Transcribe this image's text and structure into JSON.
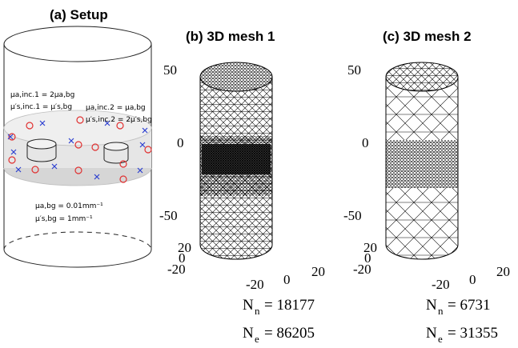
{
  "panels": {
    "setup": {
      "title": "(a) Setup",
      "labels": {
        "inc1_mua": "μa,inc.1 = 2μa,bg",
        "inc1_mus": "μ′s,inc.1 = μ′s,bg",
        "inc2_mua": "μa,inc.2 = μa,bg",
        "inc2_mus": "μ′s,inc.2 = 2μ′s,bg",
        "bg_mua": "μa,bg = 0.01mm⁻¹",
        "bg_mus": "μ′s,bg = 1mm⁻¹"
      },
      "colors": {
        "source_marker": "#e03030",
        "detector_marker": "#2b3fd0",
        "band_fill": "#d9d9d9"
      }
    },
    "mesh1": {
      "title": "(b) 3D mesh 1",
      "z_ticks": [
        "50",
        "0",
        "-50"
      ],
      "x_ticks": [
        "-20",
        "0",
        "20"
      ],
      "y_ticks": [
        "20",
        "0",
        "-20"
      ],
      "stats": {
        "n_label": "N",
        "n_sub": "n",
        "n_value": "= 18177",
        "e_label": "N",
        "e_sub": "e",
        "e_value": "= 86205"
      }
    },
    "mesh2": {
      "title": "(c) 3D mesh 2",
      "z_ticks": [
        "50",
        "0",
        "-50"
      ],
      "x_ticks": [
        "-20",
        "0",
        "20"
      ],
      "y_ticks": [
        "20",
        "0",
        "-20"
      ],
      "stats": {
        "n_label": "N",
        "n_sub": "n",
        "n_value": "= 6731",
        "e_label": "N",
        "e_sub": "e",
        "e_value": "= 31355"
      }
    }
  }
}
